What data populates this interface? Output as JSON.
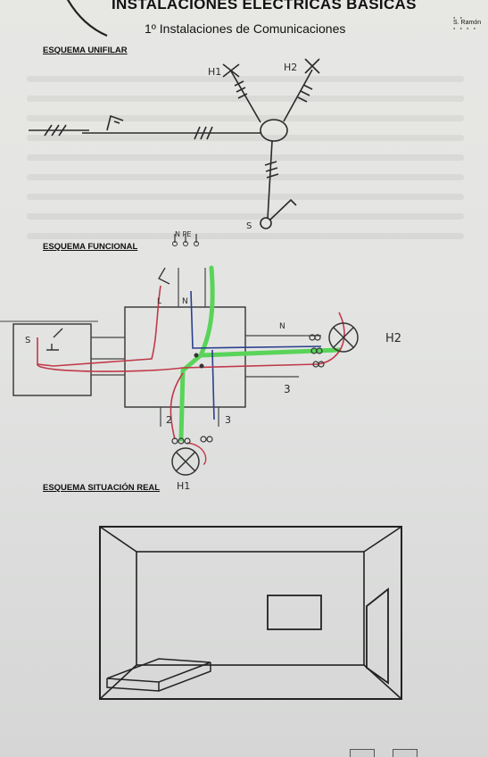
{
  "header": {
    "title": "INSTALACIONES ELÉCTRICAS BÁSICAS",
    "subtitle": "1º Instalaciones de Comunicaciones"
  },
  "logo": {
    "text": "S. Ramón"
  },
  "sections": {
    "unifilar": "ESQUEMA UNIFILAR",
    "funcional": "ESQUEMA FUNCIONAL",
    "situacion": "ESQUEMA SITUACIÓN REAL"
  },
  "handwriting": {
    "h1_top": "H1",
    "h2_top": "H2",
    "s_switch": "S",
    "terminals_top": "N PE",
    "l_top": "L",
    "n_top": "N",
    "s_box": "S",
    "n_right": "N",
    "h2_right": "H2",
    "num_3_right": "3",
    "num_2_low": "2",
    "num_3_low": "3",
    "h1_bottom": "H1"
  },
  "colors": {
    "red": "#c0394a",
    "blue": "#2b3f8f",
    "green": "#59d459",
    "ink": "#2a2a2a"
  }
}
